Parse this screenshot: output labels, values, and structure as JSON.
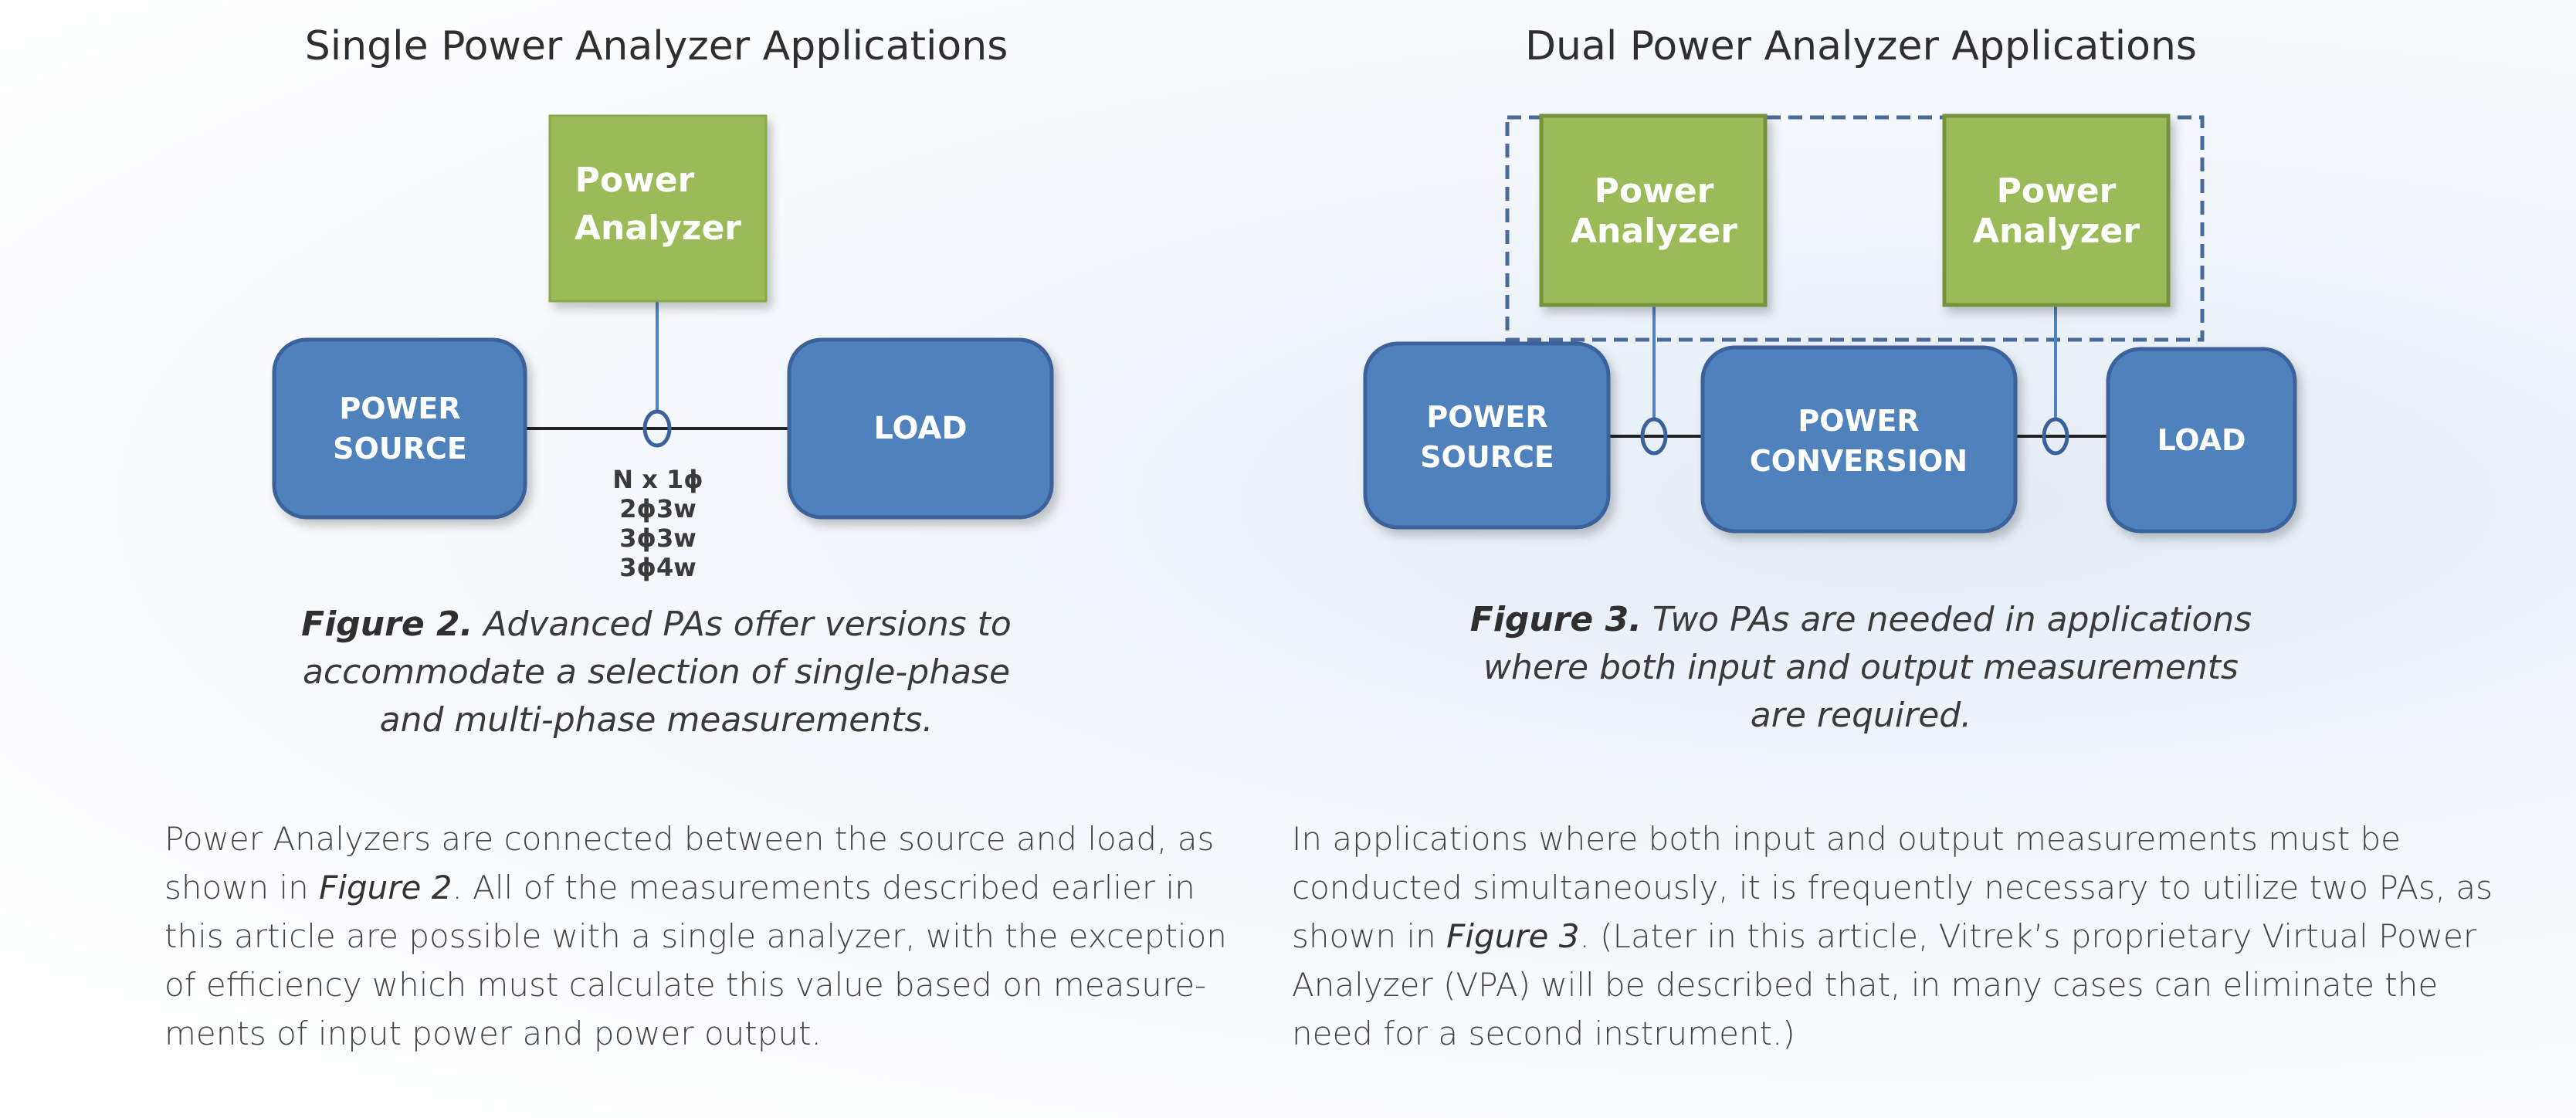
{
  "left": {
    "title": "Single Power Analyzer Applications",
    "analyzer_label": [
      "Power",
      "Analyzer"
    ],
    "source_label": [
      "POWER",
      "SOURCE"
    ],
    "load_label": "LOAD",
    "phase_options": [
      "N x 1ϕ",
      "2ϕ3w",
      "3ϕ3w",
      "3ϕ4w"
    ],
    "caption_fig": "Figure 2.",
    "caption_lines": [
      " Advanced PAs offer versions to",
      "accommodate a selection of single-phase",
      "and multi-phase measurements."
    ],
    "paragraph": {
      "l1": "Power Analyzers are connected between the source and load, as",
      "l2_pre": "shown in ",
      "l2_fig": "Figure 2",
      "l2_post": ". All of the measurements described earlier in",
      "l3": "this article are possible with a single analyzer, with the exception",
      "l4": "of efficiency which must calculate this value based on measure-",
      "l5": "ments of input power and power output."
    }
  },
  "right": {
    "title": "Dual Power Analyzer Applications",
    "analyzer1_label": [
      "Power",
      "Analyzer"
    ],
    "analyzer2_label": [
      "Power",
      "Analyzer"
    ],
    "source_label": [
      "POWER",
      "SOURCE"
    ],
    "conversion_label": [
      "POWER",
      "CONVERSION"
    ],
    "load_label": "LOAD",
    "caption_fig": "Figure 3.",
    "caption_lines": [
      " Two PAs are needed in applications",
      "where both input and output measurements",
      "are required."
    ],
    "paragraph": {
      "l1": "In applications where both input and output measurements must be",
      "l2": "conducted simultaneously, it is frequently necessary to utilize two PAs, as",
      "l3_pre": "shown in ",
      "l3_fig": "Figure 3",
      "l3_post": ".  (Later in this article, Vitrek’s proprietary Virtual Power",
      "l4": "Analyzer (VPA) will be described that, in many cases can eliminate the",
      "l5": "need for a second instrument.)"
    }
  },
  "colors": {
    "blue_box": "#4f81bd",
    "blue_border": "#3a629a",
    "green_box": "#9bbb59",
    "green_border": "#76923c",
    "dashed": "#4a6a9a"
  }
}
